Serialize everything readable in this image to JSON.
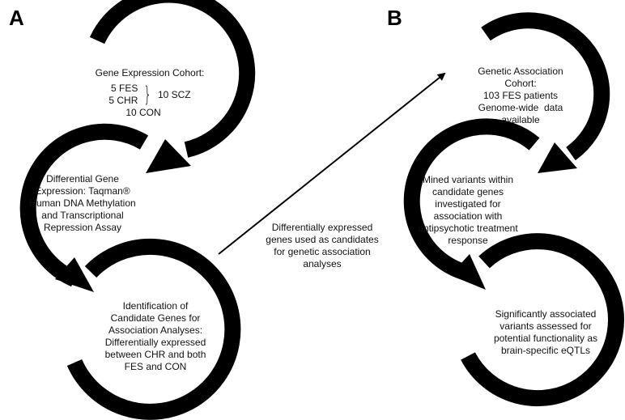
{
  "colors": {
    "ring": "#000000",
    "background": "#ffffff",
    "text": "#111111"
  },
  "panels": {
    "a_label": "A",
    "b_label": "B"
  },
  "panel_a": {
    "cohort": {
      "title": "Gene Expression Cohort:",
      "fes": "5 FES",
      "chr": "5 CHR",
      "scz": "10 SCZ",
      "con": "10 CON"
    },
    "differential": [
      "Differential Gene",
      "Expression: Taqman®",
      "Human DNA Methylation",
      "and Transcriptional",
      "Repression Assay"
    ],
    "identification": [
      "Identification of",
      "Candidate Genes for",
      "Association Analyses:",
      "Differentially expressed",
      "between CHR and both",
      "FES and CON"
    ]
  },
  "connector": [
    "Differentially expressed",
    "genes used as candidates",
    "for genetic association",
    "analyses"
  ],
  "panel_b": {
    "genetic": [
      "Genetic Association",
      "Cohort:",
      "103 FES patients",
      "Genome-wide  data",
      "available"
    ],
    "mined": [
      "Mined variants within",
      "candidate genes",
      "investigated for",
      "association with",
      "antipsychotic treatment",
      "response"
    ],
    "significant": [
      "Significantly associated",
      "variants assessed for",
      "potential functionality as",
      "brain-specific eQTLs"
    ]
  }
}
